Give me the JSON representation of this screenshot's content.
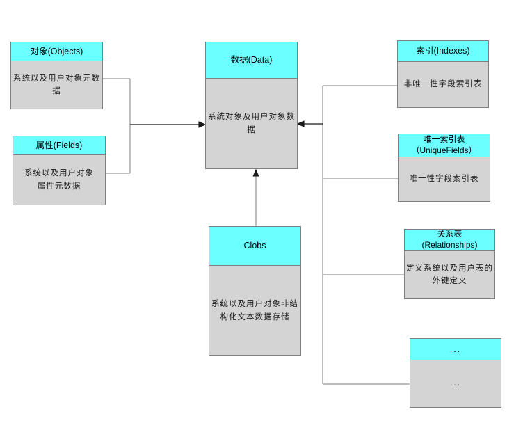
{
  "diagram": {
    "colors": {
      "header_bg": "#6cffff",
      "body_bg": "#d4d4d4",
      "border": "#808080",
      "line": "#7f7f7f",
      "arrow": "#1a1a1a"
    },
    "nodes": [
      {
        "id": "objects",
        "header": "对象(Objects)",
        "body": "系统以及用户对象元数\n据"
      },
      {
        "id": "fields",
        "header": "属性(Fields)",
        "body": "系统以及用户对象\n属性元数据"
      },
      {
        "id": "data",
        "header": "数据(Data)",
        "body": "系统对象及用户对象数\n据"
      },
      {
        "id": "indexes",
        "header": "索引(Indexes)",
        "body": "非唯一性字段索引表"
      },
      {
        "id": "uniquefields",
        "header": "唯一索引表\n（UniqueFields）",
        "body": "唯一性字段索引表"
      },
      {
        "id": "relationships",
        "header": "关系表\n(Relationships)",
        "body": "定义系统以及用户表的\n外键定义"
      },
      {
        "id": "clobs",
        "header": "Clobs",
        "body": "系统以及用户对象非结\n构化文本数据存储"
      },
      {
        "id": "more",
        "header": "...",
        "body": "..."
      }
    ]
  }
}
